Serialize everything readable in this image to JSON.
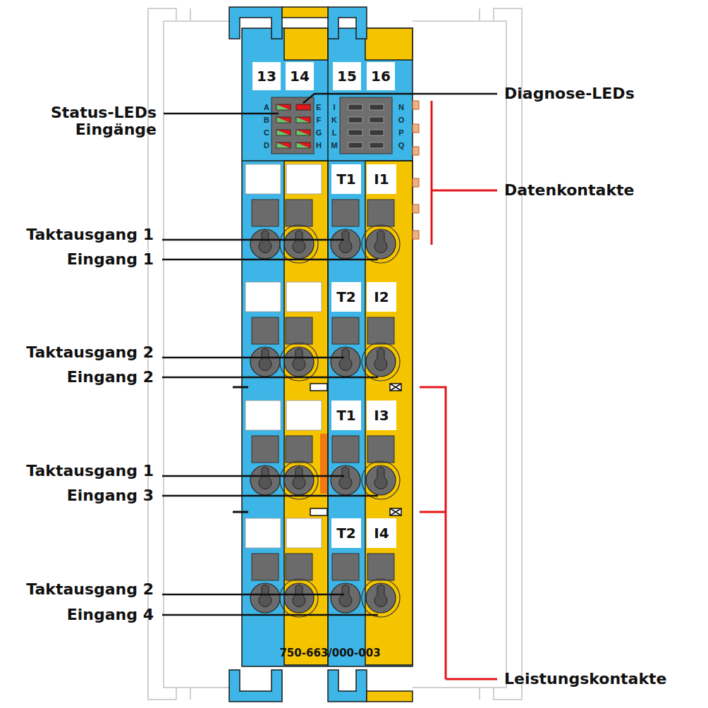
{
  "diagram": {
    "nodes": [
      {
        "text": [
          "13"
        ]
      },
      {
        "text": [
          "14"
        ]
      },
      {
        "text": [
          "15"
        ]
      },
      {
        "text": [
          "16"
        ]
      },
      {
        "text": [
          "T1"
        ]
      },
      {
        "text": [
          "I1"
        ]
      },
      {
        "text": [
          "T2"
        ]
      },
      {
        "text": [
          "I2"
        ]
      },
      {
        "text": [
          "T1"
        ]
      },
      {
        "text": [
          "I3"
        ]
      },
      {
        "text": [
          "T2"
        ]
      },
      {
        "text": [
          "I4"
        ]
      }
    ],
    "labels": [
      "Status-LEDs Eingänge",
      "Diagnose-LEDs",
      "Datenkontakte",
      "Taktausgang 1",
      "Eingang 1",
      "Taktausgang 2",
      "Eingang 2",
      "Taktausgang 1",
      "Eingang 3",
      "Taktausgang 2",
      "Eingang 4",
      "Leistungskontakte",
      "A",
      "B",
      "C",
      "D",
      "E",
      "F",
      "G",
      "H",
      "I",
      "K",
      "L",
      "M",
      "N",
      "O",
      "P",
      "Q",
      "750-663/000-003"
    ]
  }
}
